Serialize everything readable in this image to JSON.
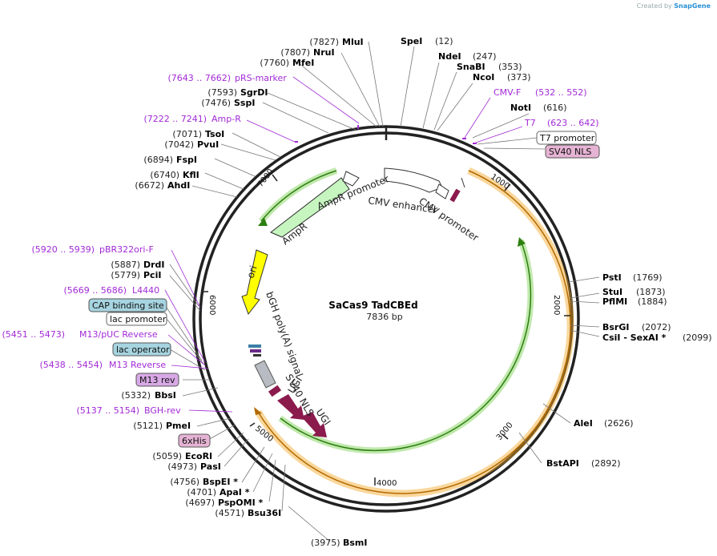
{
  "brand": {
    "created_by": "Created by",
    "name": "SnapGene"
  },
  "plasmid": {
    "name": "SaCas9 TadCBEd",
    "length": "7836 bp",
    "total_bp": 7836
  },
  "ticks": [
    "1000",
    "2000",
    "3000",
    "4000",
    "5000",
    "6000",
    "7000"
  ],
  "sites_right_top": [
    {
      "name": "SpeI",
      "pos": "(12)"
    },
    {
      "name": "NdeI",
      "pos": "(247)"
    },
    {
      "name": "SnaBI",
      "pos": "(353)"
    },
    {
      "name": "NcoI",
      "pos": "(373)"
    },
    {
      "primer": "CMV-F",
      "pos": "(532 .. 552)"
    },
    {
      "name": "NotI",
      "pos": "(616)"
    },
    {
      "primer": "T7",
      "pos": "(623 .. 642)"
    },
    {
      "box": "T7 promoter"
    },
    {
      "box": "SV40 NLS"
    }
  ],
  "sites_right": [
    {
      "name": "PstI",
      "pos": "(1769)"
    },
    {
      "name": "StuI",
      "pos": "(1873)"
    },
    {
      "name": "PflMI",
      "pos": "(1884)"
    },
    {
      "name": "BsrGI",
      "pos": "(2072)"
    },
    {
      "name": "CsiI - SexAI *",
      "pos": "(2099)"
    },
    {
      "name": "AleI",
      "pos": "(2626)"
    },
    {
      "name": "BstAPI",
      "pos": "(2892)"
    },
    {
      "name": "BsmI",
      "pos": "(3975)"
    }
  ],
  "sites_left_top": [
    {
      "name": "MluI",
      "pos": "(7827)"
    },
    {
      "name": "NruI",
      "pos": "(7807)"
    },
    {
      "name": "MfeI",
      "pos": "(7760)"
    },
    {
      "primer": "pRS-marker",
      "pos": "(7643 .. 7662)"
    },
    {
      "name": "SgrDI",
      "pos": "(7593)"
    },
    {
      "name": "SspI",
      "pos": "(7476)"
    },
    {
      "primer": "Amp-R",
      "pos": "(7222 .. 7241)"
    },
    {
      "name": "TsoI",
      "pos": "(7071)"
    },
    {
      "name": "PvuI",
      "pos": "(7042)"
    },
    {
      "name": "FspI",
      "pos": "(6894)"
    },
    {
      "name": "KflI",
      "pos": "(6740)"
    },
    {
      "name": "AhdI",
      "pos": "(6672)"
    }
  ],
  "sites_left": [
    {
      "primer": "pBR322ori-F",
      "pos": "(5920 .. 5939)"
    },
    {
      "name": "DrdI",
      "pos": "(5887)"
    },
    {
      "name": "PciI",
      "pos": "(5779)"
    },
    {
      "primer": "L4440",
      "pos": "(5669 .. 5686)"
    },
    {
      "box": "CAP binding site"
    },
    {
      "box": "lac promoter"
    },
    {
      "primer": "M13/pUC Reverse",
      "pos": "(5451 .. 5473)"
    },
    {
      "box": "lac operator"
    },
    {
      "primer": "M13 Reverse",
      "pos": "(5438 .. 5454)"
    },
    {
      "box": "M13 rev"
    },
    {
      "name": "BbsI",
      "pos": "(5332)"
    },
    {
      "primer": "BGH-rev",
      "pos": "(5137 .. 5154)"
    },
    {
      "name": "PmeI",
      "pos": "(5121)"
    },
    {
      "box": "6xHis"
    },
    {
      "name": "EcoRI",
      "pos": "(5059)"
    },
    {
      "name": "PasI",
      "pos": "(4973)"
    },
    {
      "name": "BspEI *",
      "pos": "(4756)"
    },
    {
      "name": "ApaI *",
      "pos": "(4701)"
    },
    {
      "name": "PspOMI *",
      "pos": "(4697)"
    },
    {
      "name": "Bsu36I",
      "pos": "(4571)"
    }
  ],
  "features": {
    "ampr_promoter": "AmpR promoter",
    "cmv_enhancer": "CMV enhancer",
    "cmv_promoter": "CMV promoter",
    "ampr": "AmpR",
    "ori": "ori",
    "bgh": "bGH poly(A) signal",
    "sv40_nls": "SV40 NLS",
    "ugi1": "UGI",
    "ugi2": "UGI"
  },
  "colors": {
    "backbone": "#222222",
    "primer": "#a22ad6",
    "ampr": "#c7f5c0",
    "ori": "#ffff00",
    "ugi": "#8b1a4d",
    "orange_cds": "#f5a623",
    "green_cds": "#39a31c",
    "box_blue": "#a6d4e0",
    "box_pink": "#e5b3d4"
  }
}
